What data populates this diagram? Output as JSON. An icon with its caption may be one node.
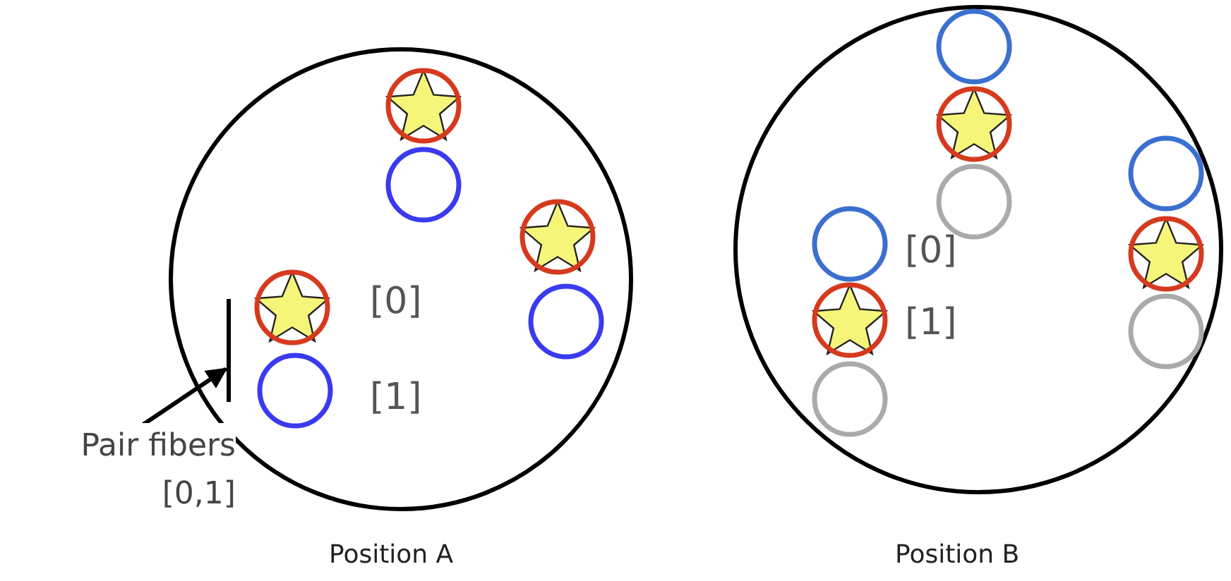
{
  "diagram": {
    "nodes": [
      {
        "text": [
          "Pair fibers [0,1]"
        ]
      },
      {
        "text": [],
        "shape": "bar"
      }
    ],
    "edges": [
      {
        "from": 0,
        "to": 1,
        "arrow": "to"
      }
    ],
    "labels": [
      "[0]",
      "[1]",
      "Position A",
      "[0]",
      "[1]",
      "Position B"
    ]
  }
}
